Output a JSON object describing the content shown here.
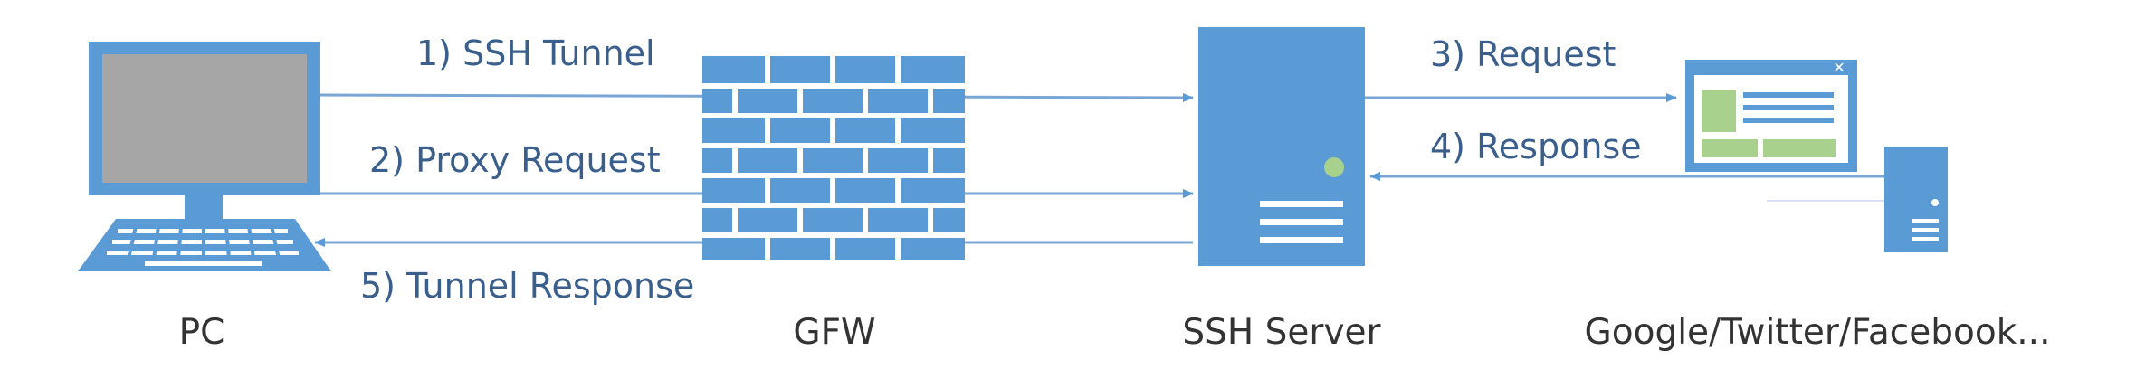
{
  "colors": {
    "blue": "#5b9bd5",
    "dark_blue": "#2e75b6",
    "arrow": "#7aa6d6",
    "screen": "#a6a6a6",
    "green": "#a9d18e",
    "label_text": "#3a5f8c",
    "caption_text": "#333333"
  },
  "nodes": {
    "pc": {
      "label": "PC",
      "icon": "desktop-computer-icon"
    },
    "gfw": {
      "label": "GFW",
      "icon": "firewall-brick-wall-icon"
    },
    "ssh_server": {
      "label": "SSH Server",
      "icon": "server-tower-icon"
    },
    "web": {
      "label": "Google/Twitter/Facebook...",
      "icon": "web-page-and-server-icon"
    }
  },
  "arrows": {
    "a1": "1) SSH Tunnel",
    "a2": "2) Proxy Request",
    "a3": "3) Request",
    "a4": "4) Response",
    "a5": "5) Tunnel Response"
  }
}
